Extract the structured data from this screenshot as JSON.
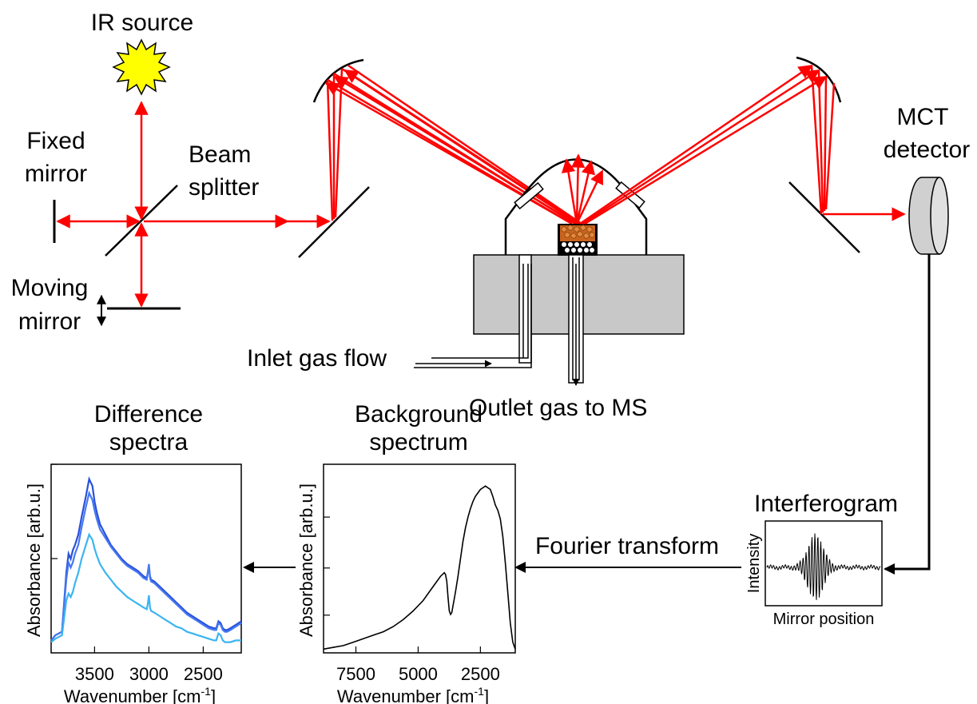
{
  "labels": {
    "ir_source": "IR source",
    "fixed_mirror_1": "Fixed",
    "fixed_mirror_2": "mirror",
    "beam_splitter_1": "Beam",
    "beam_splitter_2": "splitter",
    "moving_mirror_1": "Moving",
    "moving_mirror_2": "mirror",
    "mct_1": "MCT",
    "mct_2": "detector",
    "inlet": "Inlet gas flow",
    "outlet": "Outlet gas to MS",
    "interferogram": "Interferogram",
    "fourier": "Fourier transform",
    "diff_title_1": "Difference",
    "diff_title_2": "spectra",
    "bg_title_1": "Background",
    "bg_title_2": "spectrum",
    "interf_ylabel": "Intensity",
    "interf_xlabel": "Mirror position"
  },
  "colors": {
    "beam": "#ff0000",
    "source_fill": "#ffff00",
    "block": "#c8c8c8",
    "catalyst": "#c8641e",
    "series_dark": "#2850dc",
    "series_mid": "#4678f0",
    "series_light": "#3cb4f0"
  },
  "chart_data": [
    {
      "type": "line",
      "title": "Difference spectra",
      "xlabel": "Wavenumber [cm⁻¹]",
      "ylabel": "Absorbance [arb.u.]",
      "xlim": [
        3900,
        2150
      ],
      "x_reversed": true,
      "xticks": [
        3500,
        3000,
        2500
      ],
      "xtick_labels": [
        "3500",
        "3000",
        "2500"
      ],
      "series": [
        {
          "color": "#2850dc",
          "x": [
            3900,
            3860,
            3800,
            3760,
            3740,
            3720,
            3700,
            3680,
            3650,
            3620,
            3580,
            3550,
            3520,
            3500,
            3480,
            3450,
            3400,
            3350,
            3300,
            3250,
            3200,
            3150,
            3100,
            3050,
            3020,
            3010,
            3000,
            2990,
            2980,
            2950,
            2900,
            2850,
            2800,
            2750,
            2700,
            2650,
            2600,
            2550,
            2500,
            2450,
            2400,
            2380,
            2360,
            2340,
            2320,
            2300,
            2280,
            2250,
            2200,
            2150
          ],
          "y": [
            0.05,
            0.08,
            0.1,
            0.44,
            0.55,
            0.52,
            0.57,
            0.6,
            0.66,
            0.76,
            0.88,
            0.98,
            0.94,
            0.85,
            0.79,
            0.72,
            0.66,
            0.6,
            0.56,
            0.52,
            0.49,
            0.47,
            0.45,
            0.42,
            0.41,
            0.44,
            0.48,
            0.42,
            0.4,
            0.39,
            0.36,
            0.33,
            0.3,
            0.27,
            0.24,
            0.21,
            0.19,
            0.17,
            0.15,
            0.13,
            0.12,
            0.12,
            0.16,
            0.15,
            0.12,
            0.11,
            0.11,
            0.12,
            0.14,
            0.16
          ]
        },
        {
          "color": "#4678f0",
          "x": [
            3900,
            3860,
            3800,
            3760,
            3740,
            3720,
            3700,
            3680,
            3650,
            3620,
            3580,
            3550,
            3520,
            3500,
            3480,
            3450,
            3400,
            3350,
            3300,
            3250,
            3200,
            3150,
            3100,
            3050,
            3020,
            3010,
            3000,
            2990,
            2980,
            2950,
            2900,
            2850,
            2800,
            2750,
            2700,
            2650,
            2600,
            2550,
            2500,
            2450,
            2400,
            2380,
            2360,
            2340,
            2320,
            2300,
            2280,
            2250,
            2200,
            2150
          ],
          "y": [
            0.05,
            0.08,
            0.1,
            0.4,
            0.5,
            0.47,
            0.5,
            0.55,
            0.6,
            0.7,
            0.82,
            0.9,
            0.86,
            0.8,
            0.75,
            0.69,
            0.64,
            0.59,
            0.55,
            0.51,
            0.48,
            0.46,
            0.44,
            0.41,
            0.4,
            0.44,
            0.49,
            0.41,
            0.39,
            0.38,
            0.35,
            0.32,
            0.29,
            0.26,
            0.23,
            0.2,
            0.18,
            0.16,
            0.14,
            0.12,
            0.11,
            0.11,
            0.15,
            0.14,
            0.11,
            0.1,
            0.1,
            0.11,
            0.13,
            0.15
          ]
        },
        {
          "color": "#3cb4f0",
          "x": [
            3900,
            3860,
            3800,
            3760,
            3740,
            3720,
            3700,
            3680,
            3650,
            3620,
            3580,
            3550,
            3520,
            3500,
            3480,
            3450,
            3400,
            3350,
            3300,
            3250,
            3200,
            3150,
            3100,
            3050,
            3020,
            3010,
            3000,
            2990,
            2980,
            2950,
            2900,
            2850,
            2800,
            2750,
            2700,
            2650,
            2600,
            2550,
            2500,
            2450,
            2400,
            2380,
            2360,
            2340,
            2320,
            2300,
            2280,
            2250,
            2200,
            2150
          ],
          "y": [
            0.04,
            0.06,
            0.08,
            0.28,
            0.32,
            0.3,
            0.33,
            0.38,
            0.44,
            0.52,
            0.6,
            0.66,
            0.63,
            0.58,
            0.54,
            0.49,
            0.44,
            0.4,
            0.36,
            0.33,
            0.3,
            0.28,
            0.26,
            0.24,
            0.23,
            0.26,
            0.31,
            0.24,
            0.22,
            0.21,
            0.19,
            0.17,
            0.15,
            0.13,
            0.12,
            0.1,
            0.09,
            0.08,
            0.07,
            0.06,
            0.05,
            0.05,
            0.09,
            0.08,
            0.05,
            0.04,
            0.04,
            0.04,
            0.05,
            0.05
          ]
        }
      ]
    },
    {
      "type": "line",
      "title": "Background spectrum",
      "xlabel": "Wavenumber [cm⁻¹]",
      "ylabel": "Absorbance [arb.u.]",
      "xlim": [
        8800,
        1100
      ],
      "x_reversed": true,
      "xticks": [
        7500,
        5000,
        2500
      ],
      "xtick_labels": [
        "7500",
        "5000",
        "2500"
      ],
      "series": [
        {
          "color": "#000000",
          "x": [
            8800,
            8400,
            8000,
            7600,
            7200,
            6800,
            6400,
            6000,
            5600,
            5200,
            4800,
            4400,
            4100,
            3950,
            3900,
            3850,
            3800,
            3750,
            3700,
            3650,
            3600,
            3500,
            3400,
            3300,
            3200,
            3100,
            3000,
            2900,
            2800,
            2700,
            2600,
            2500,
            2400,
            2300,
            2200,
            2100,
            2000,
            1900,
            1800,
            1700,
            1600,
            1500,
            1400,
            1300,
            1200,
            1100
          ],
          "y": [
            0.0,
            0.01,
            0.02,
            0.04,
            0.06,
            0.08,
            0.1,
            0.13,
            0.17,
            0.22,
            0.28,
            0.36,
            0.42,
            0.44,
            0.43,
            0.39,
            0.3,
            0.22,
            0.2,
            0.21,
            0.25,
            0.33,
            0.42,
            0.52,
            0.62,
            0.7,
            0.76,
            0.81,
            0.85,
            0.88,
            0.9,
            0.92,
            0.93,
            0.94,
            0.93,
            0.92,
            0.88,
            0.83,
            0.8,
            0.75,
            0.65,
            0.5,
            0.33,
            0.15,
            0.04,
            0.0
          ]
        }
      ]
    },
    {
      "type": "line",
      "title": "Interferogram",
      "xlabel": "Mirror position",
      "ylabel": "Intensity"
    }
  ]
}
